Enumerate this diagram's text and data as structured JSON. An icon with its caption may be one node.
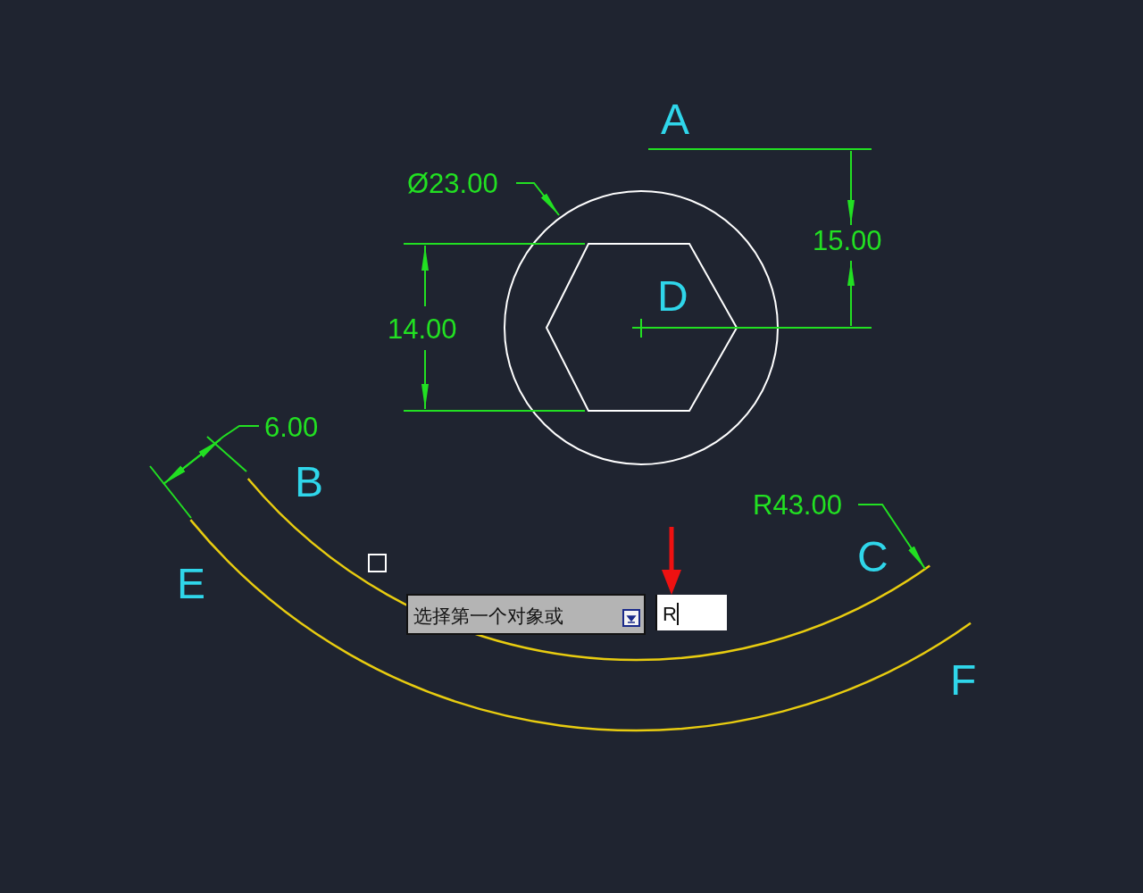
{
  "diagram": {
    "nodes": [
      {
        "text": [
          "选择第一个对象或"
        ]
      },
      {
        "text": [
          "R"
        ]
      }
    ],
    "edges": [
      {
        "from": null,
        "to": 1,
        "arrow": "to",
        "color": "#ee1111"
      }
    ],
    "labels": [
      "A",
      "Ø23.00",
      "15.00",
      "D",
      "14.00",
      "6.00",
      "B",
      "R43.00",
      "C",
      "E",
      "F"
    ]
  }
}
